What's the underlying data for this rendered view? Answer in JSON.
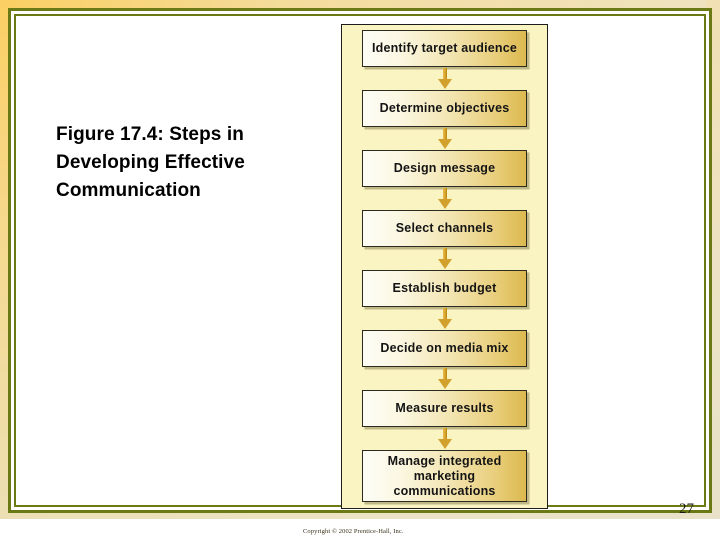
{
  "slide": {
    "title": "Figure 17.4: Steps in Developing Effective Communication",
    "page_number": "27",
    "copyright": "Copyright © 2002 Prentice-Hall, Inc.",
    "colors": {
      "border_olive": "#6b7a14",
      "band_gold": "#fbcf63",
      "band_cream": "#ece3c6",
      "panel_background": "#faf3c2",
      "box_gradient_start": "#fdfdf7",
      "box_gradient_end": "#dcb94f",
      "arrow": "#d2a02c",
      "text": "#000000"
    }
  },
  "figure": {
    "steps": [
      {
        "label": "Identify target audience",
        "lines": 2
      },
      {
        "label": "Determine objectives",
        "lines": 2
      },
      {
        "label": "Design message",
        "lines": 2
      },
      {
        "label": "Select channels",
        "lines": 2
      },
      {
        "label": "Establish budget",
        "lines": 2
      },
      {
        "label": "Decide on media mix",
        "lines": 2
      },
      {
        "label": "Measure results",
        "lines": 2
      },
      {
        "label": "Manage integrated marketing communications",
        "lines": 3
      }
    ],
    "connector": "down-arrow"
  }
}
